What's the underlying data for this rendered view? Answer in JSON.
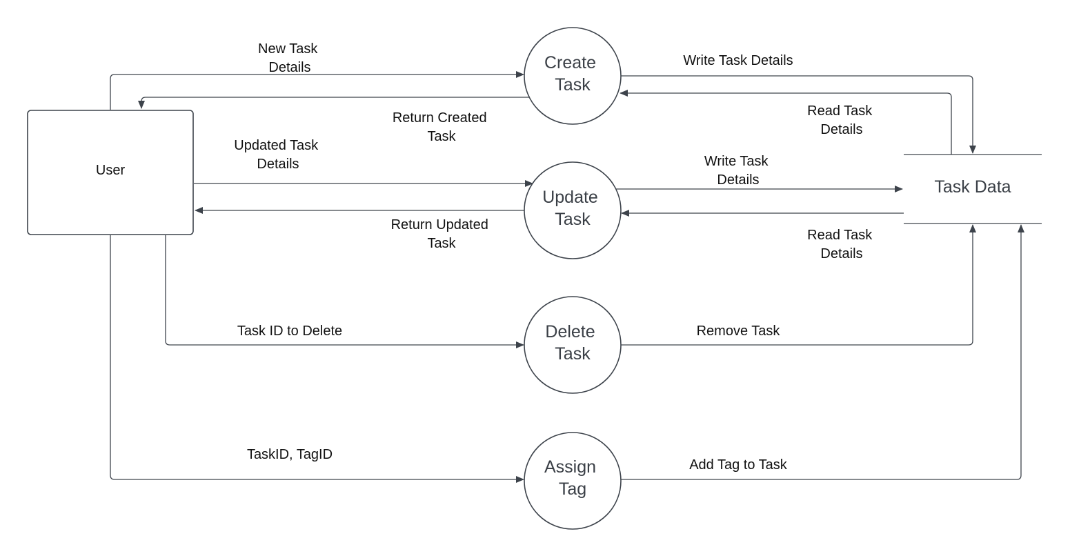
{
  "entity": {
    "label": "User"
  },
  "datastore": {
    "label": "Task Data"
  },
  "processes": {
    "create": [
      "Create",
      "Task"
    ],
    "update": [
      "Update",
      "Task"
    ],
    "delete": [
      "Delete",
      "Task"
    ],
    "assign": [
      "Assign",
      "Tag"
    ]
  },
  "flows": {
    "new_task_details": [
      "New Task",
      "Details"
    ],
    "return_created_task": [
      "Return Created",
      "Task"
    ],
    "write_task_details_create": [
      "Write Task Details"
    ],
    "read_task_details_create": [
      "Read Task",
      "Details"
    ],
    "updated_task_details": [
      "Updated Task",
      "Details"
    ],
    "return_updated_task": [
      "Return Updated",
      "Task"
    ],
    "write_task_details_update": [
      "Write Task",
      "Details"
    ],
    "read_task_details_update": [
      "Read Task",
      "Details"
    ],
    "task_id_to_delete": [
      "Task ID to Delete"
    ],
    "remove_task": [
      "Remove Task"
    ],
    "taskid_tagid": [
      "TaskID, TagID"
    ],
    "add_tag_to_task": [
      "Add Tag to Task"
    ]
  }
}
